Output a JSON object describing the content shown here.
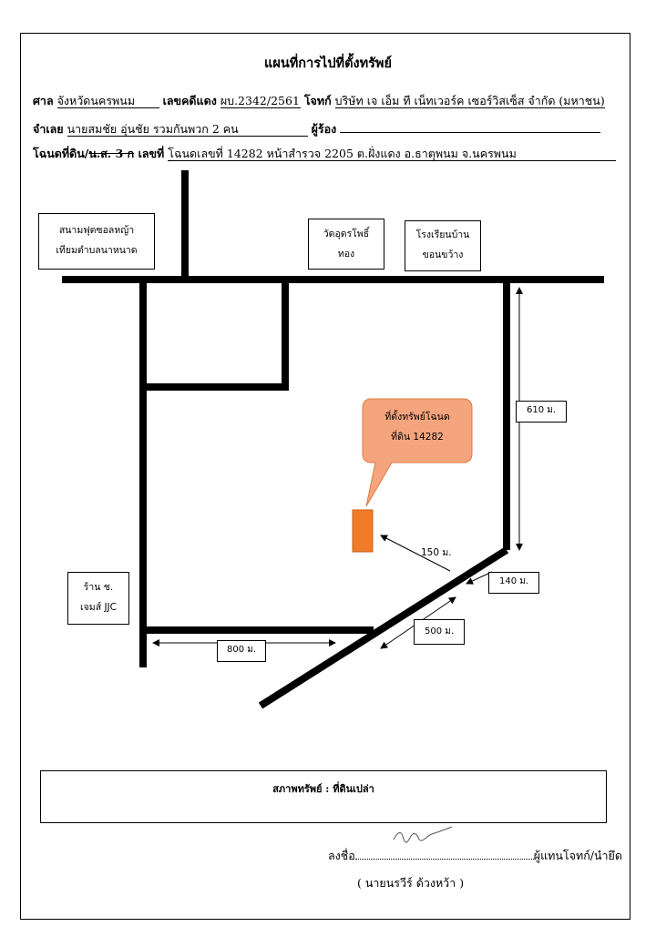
{
  "title": "แผนที่การไปที่ตั้งทรัพย์",
  "header": {
    "court_label": "ศาล",
    "court_value": "จังหวัดนครพนม",
    "case_label": "เลขคดีแดง",
    "case_value": "ผบ.2342/2561",
    "plaintiff_label": "โจทก์",
    "plaintiff_value": "บริษัท เจ เอ็ม ที เน็ทเวอร์ค เซอร์วิสเซ็ส จำกัด (มหาชน)",
    "defendant_label": "จำเลย",
    "defendant_value": "นายสมชัย อุ่นชัย รวมกันพวก 2 คน",
    "petitioner_label": "ผู้ร้อง",
    "deed_label_prefix": "โฉนดที่ดิน/",
    "deed_label_strike": "น.ส. 3 ก",
    "deed_label_suffix": " เลขที่",
    "deed_value": "โฉนดเลขที่ 14282 หน้าสำรวจ 2205 ต.ฝั่งแดง อ.ธาตุพนม จ.นครพนม"
  },
  "map": {
    "landmark_field_line1": "สนามฟุตซอลหญ้า",
    "landmark_field_line2": "เทียมตำบลนาหนาด",
    "landmark_temple_line1": "วัดอุดรโพธิ์",
    "landmark_temple_line2": "ทอง",
    "landmark_school_line1": "โรงเรียนบ้าน",
    "landmark_school_line2": "ขอนขว้าง",
    "landmark_shop_line1": "ร้าน ช.",
    "landmark_shop_line2": "เจมส์ JJC",
    "callout_line1": "ที่ตั้งทรัพย์โฉนด",
    "callout_line2": "ที่ดิน 14282",
    "dim_610": "610 ม.",
    "dim_150": "150 ม.",
    "dim_140": "140 ม.",
    "dim_500": "500 ม.",
    "dim_800": "800 ม.",
    "road_color": "#000000",
    "property_color": "#f07c2a",
    "callout_color": "#f4a57d"
  },
  "status": {
    "label": "สภาพทรัพย์ :",
    "value": "ที่ดินเปล่า"
  },
  "signature": {
    "sign_label": "ลงชื่อ",
    "role": "ผู้แทนโจทก์/นำยึด",
    "name": "( นายนรวีร์ ด้วงหว้า )"
  }
}
